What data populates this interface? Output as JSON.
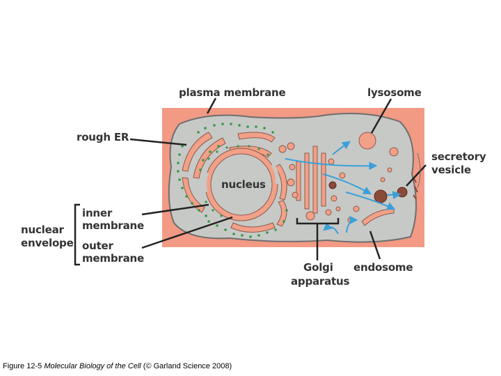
{
  "labels": {
    "plasma_membrane": "plasma membrane",
    "lysosome": "lysosome",
    "rough_er": "rough ER",
    "secretory_vesicle_line1": "secretory",
    "secretory_vesicle_line2": "vesicle",
    "nucleus": "nucleus",
    "inner_membrane_line1": "inner",
    "inner_membrane_line2": "membrane",
    "nuclear_envelope_line1": "nuclear",
    "nuclear_envelope_line2": "envelope",
    "outer_membrane_line1": "outer",
    "outer_membrane_line2": "membrane",
    "golgi_line1": "Golgi",
    "golgi_line2": "apparatus",
    "endosome": "endosome"
  },
  "caption": {
    "prefix": "Figure 12-5  ",
    "title": "Molecular Biology of the Cell",
    "suffix": " (© Garland Science 2008)"
  },
  "colors": {
    "background_box": "#f29a84",
    "cytoplasm": "#c7c9c7",
    "membrane": "#6e6e6e",
    "er": "#f2a088",
    "ribosome": "#2e9a44",
    "arrow": "#3aa0d8",
    "label_text": "#333333"
  }
}
